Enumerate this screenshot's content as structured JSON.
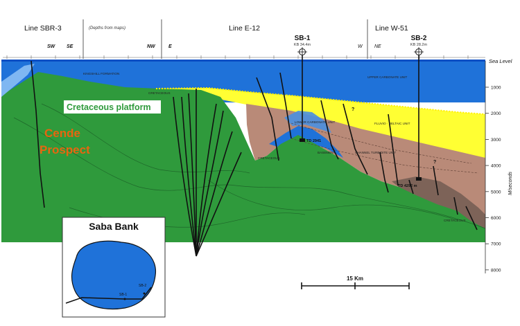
{
  "lines": {
    "sbr3": "Line SBR-3",
    "depths_note": "(Depths from maps)",
    "e12": "Line E-12",
    "w51": "Line W-51"
  },
  "orientation": {
    "sw": "SW",
    "se": "SE",
    "nw": "NW",
    "e": "E",
    "w": "W",
    "ne": "NE"
  },
  "wells": {
    "sb1": {
      "name": "SB-1",
      "kb": "KB 34.4m",
      "td": "TD 2941"
    },
    "sb2": {
      "name": "SB-2",
      "kb": "KB 28.2m",
      "td": "TD 4292 m"
    }
  },
  "sea_level": "Sea Level",
  "units": {
    "kingshill": "KINGSHILL FORMATION",
    "upper_carbonate": "UPPER CARBONATE UNIT",
    "fluvio_deltaic": "FLUVIO · DELTAIC UNIT",
    "lower_carbonate": "LOWER CARBONATE UNIT",
    "channel_turbidite": "CHANNEL TURBIDITE UNIT",
    "cretaceous_1": "CRETACEOUS",
    "cretaceous_2": "CRETACEOUS",
    "cretaceous_3": "CRETACEOUS",
    "basement": "BASEMENT"
  },
  "callouts": {
    "platform": "Cretaceous platform",
    "prospect_line1": "Cende",
    "prospect_line2": "Prospect"
  },
  "depth_axis": {
    "label": "M/seconds",
    "ticks": [
      "1000",
      "2000",
      "3000",
      "4000",
      "5000",
      "6000",
      "7000",
      "8000"
    ]
  },
  "scale_bar": "15 Km",
  "inset": {
    "title": "Saba Bank",
    "sb1": "SB-1",
    "sb2": "SB-2"
  },
  "colors": {
    "water": "#1f72d9",
    "sea_band": "#0d4fc4",
    "yellow": "#ffff33",
    "brown": "#b98a78",
    "green": "#2f9a3c",
    "prospect": "#e8650f"
  }
}
